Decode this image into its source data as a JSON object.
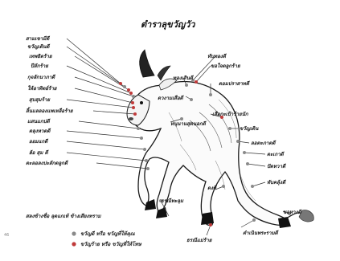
{
  "title": "ตำราลุขวัญวัว",
  "labels": {
    "l1": "สามเขามีดี",
    "l2": "ขวัญเดินดี",
    "l3": "เทพธิตร้าย",
    "l4": "ปีลักร้าย",
    "l5": "กุจลักนาภาดี",
    "l6": "ให้อาทิตย์ร้าย",
    "l7": "สุบสุมร้าย",
    "l8": "ลิ้นแลลองแพเหลือร้าย",
    "l9": "แสนแกบ่ดี",
    "l10": "ตลุงหวดดี",
    "l11": "ออมแกดี",
    "l12": "ฮ้อ สุม ดี",
    "l13": "ตะลอลงปะลักดลูกดี",
    "l14": "สลงข้างชื่อ ลุดแกเท้ ข้างเสียงทราม",
    "l15": "ทองเสินดี",
    "l16": "ทับทองดี",
    "l17": "ขอใจดลูกร้าย",
    "l18": "ดอมปราสาทดี",
    "l19": "ดวงามเสือดี",
    "l20": "เสือกะเป้าร้ายนัก",
    "l21": "หนุนานสุดนอกดี",
    "l22": "ขวัญเดิน",
    "l23": "ลอตะภาตดี",
    "l24": "ตะเกาดี",
    "l25": "ปัดทวาดี",
    "l26": "ทับคลุ้งดี",
    "l27": "ดงดี",
    "l28": "ธรณีทะลุม",
    "l29": "ขอหางดี",
    "l30": "ตำเนินพระรามดี",
    "l31": "ธรณีแม่ร้าย"
  },
  "legend": {
    "good": "ขวัญดี หรือ ขวัญที่ให้คุณ",
    "bad": "ขวัญร้าย หรือ ขวัญที่ให้โทษ"
  },
  "page_number": "46",
  "colors": {
    "good_dot": "#8a8a8a",
    "bad_dot": "#c03a3a",
    "line": "#333333"
  }
}
